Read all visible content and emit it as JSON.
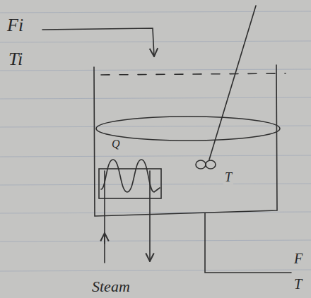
{
  "diagram": {
    "labels": [
      "Fi",
      "Ti",
      "Q",
      "T",
      "F",
      "T",
      "Steam"
    ]
  }
}
